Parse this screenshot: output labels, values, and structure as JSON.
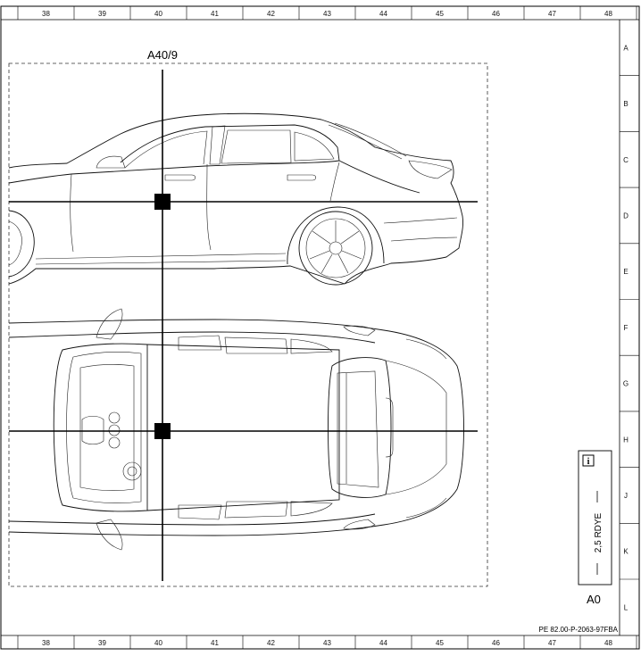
{
  "grid": {
    "columns": [
      "38",
      "39",
      "40",
      "41",
      "42",
      "43",
      "44",
      "45",
      "46",
      "47",
      "48"
    ],
    "rows": [
      "A",
      "B",
      "C",
      "D",
      "E",
      "F",
      "G",
      "H",
      "J",
      "K",
      "L"
    ]
  },
  "callouts": {
    "location": "A40/9",
    "sheet_id": "A0",
    "doc_number": "PE 82.00-P-2063-97FBA"
  },
  "legend": {
    "icon": "info-icon",
    "wire_spec": "2,5 RDYE"
  }
}
